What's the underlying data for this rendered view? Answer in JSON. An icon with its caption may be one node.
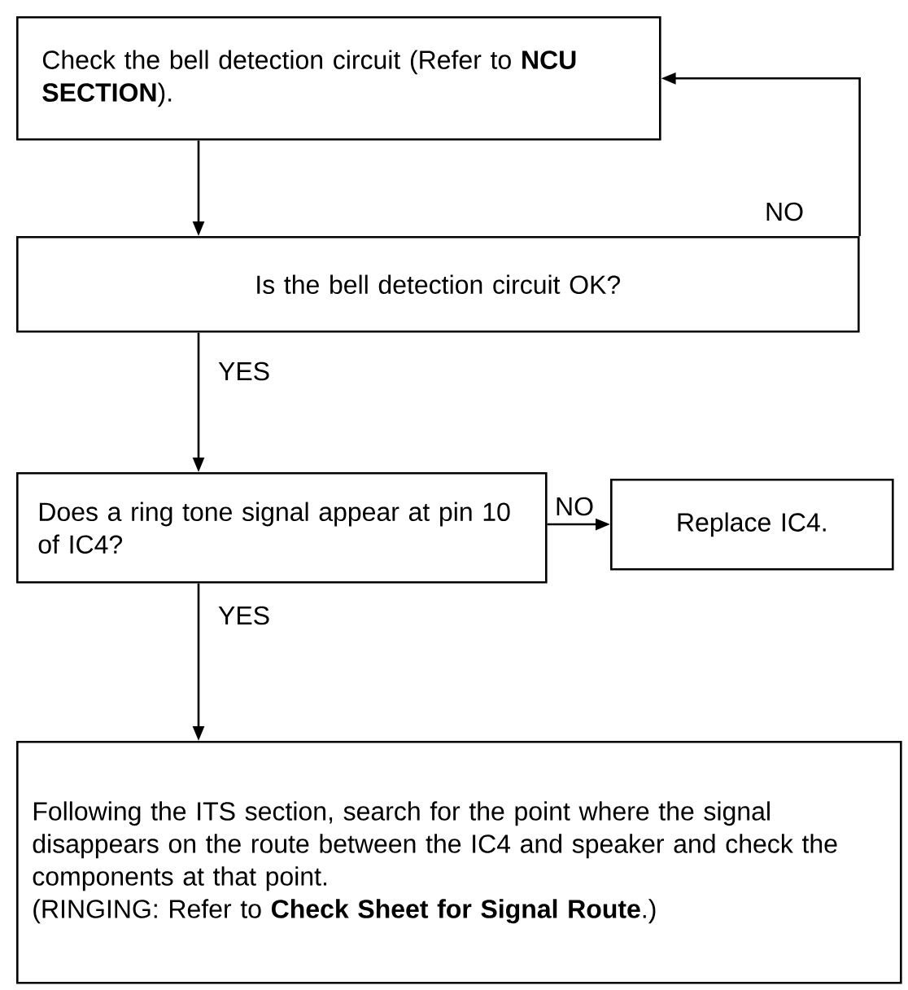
{
  "diagram": {
    "nodes": [
      {
        "text": [
          "Check the bell detection circuit (Refer to **NCU SECTION**)."
        ]
      },
      {
        "text": [
          "Is the bell detection circuit OK?"
        ]
      },
      {
        "text": [
          "Does a ring tone signal appear at pin 10 of IC4?"
        ]
      },
      {
        "text": [
          "Replace IC4."
        ]
      },
      {
        "text": [
          "Following the ITS section, search for the point where the signal disappears on the route between the IC4 and speaker and check the components at that point.",
          "(RINGING: Refer to **Check Sheet for Signal Route**.)"
        ]
      }
    ],
    "edges": [
      {
        "from": 0,
        "to": 1,
        "arrow": "to"
      },
      {
        "from": 1,
        "to": 0,
        "arrow": "to",
        "label": "NO"
      },
      {
        "from": 1,
        "to": 2,
        "arrow": "to",
        "label": "YES"
      },
      {
        "from": 2,
        "to": 3,
        "arrow": "to",
        "label": "NO"
      },
      {
        "from": 2,
        "to": 4,
        "arrow": "to",
        "label": "YES"
      }
    ]
  }
}
